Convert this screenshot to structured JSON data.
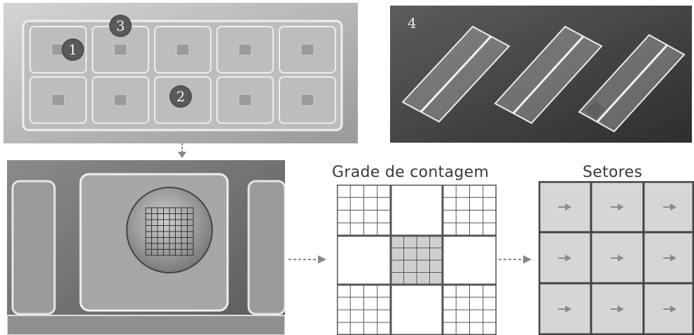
{
  "panels": {
    "slide_top": {
      "markers": [
        "1",
        "2",
        "3"
      ]
    },
    "slides_photo": {
      "label": "4"
    }
  },
  "grid": {
    "title": "Grade de contagem"
  },
  "sectors": {
    "title": "Setores"
  }
}
